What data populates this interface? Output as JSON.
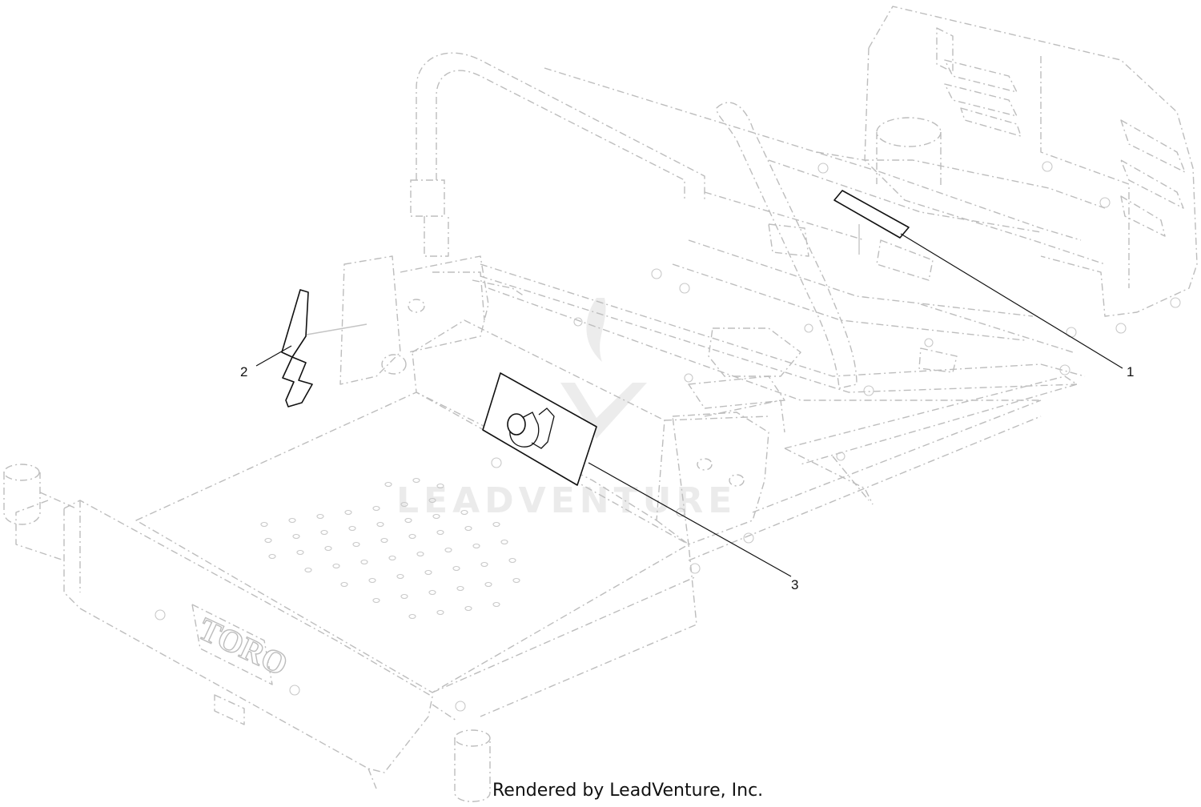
{
  "callouts": [
    {
      "number": "1"
    },
    {
      "number": "2"
    },
    {
      "number": "3"
    }
  ],
  "frame_logo": "TORO",
  "watermark": "LEADVENTURE",
  "footer": "Rendered by LeadVenture, Inc."
}
